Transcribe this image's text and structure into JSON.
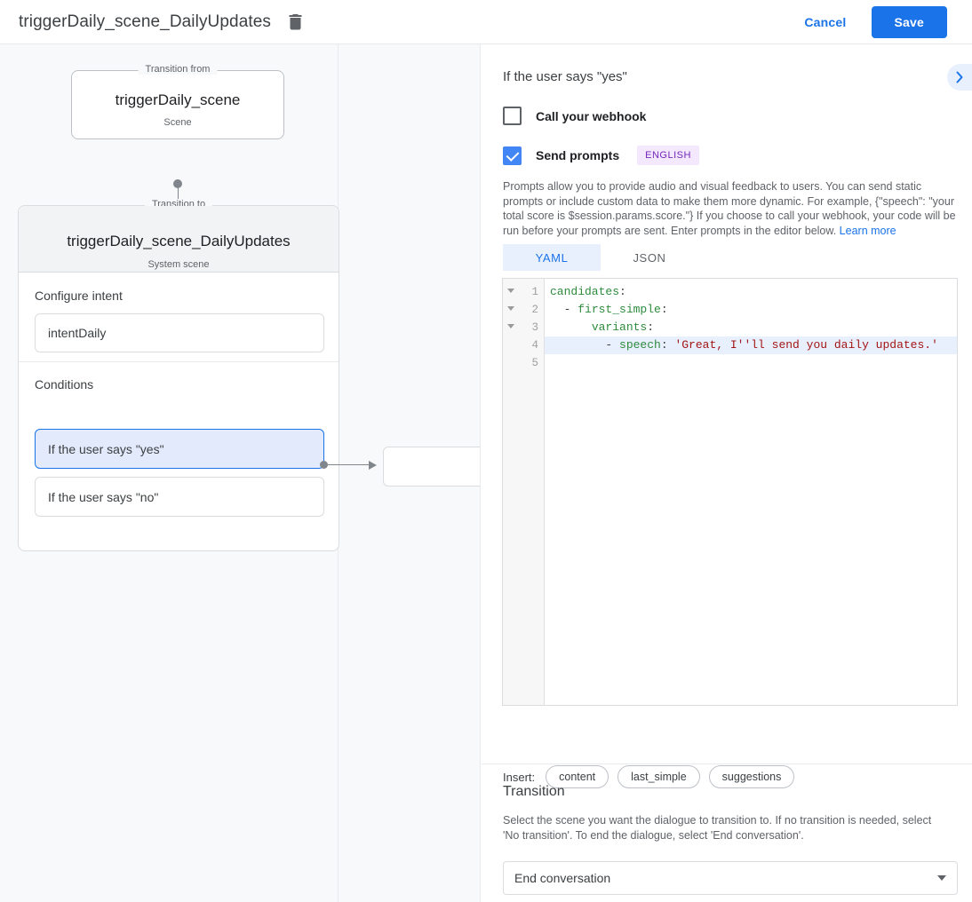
{
  "topbar": {
    "title": "triggerDaily_scene_DailyUpdates",
    "delete_icon": "trash-icon",
    "cancel_label": "Cancel",
    "save_label": "Save"
  },
  "colors": {
    "accent_blue": "#1a73e8",
    "checkbox_checked": "#4285f4",
    "selected_card_bg": "#e3eafc",
    "badge_bg": "#f3e8fd",
    "badge_text": "#7627bb",
    "canvas_bg": "#f8f9fa",
    "yaml_key": "#2e8b3d",
    "yaml_string": "#a31515"
  },
  "canvas": {
    "from_node": {
      "legend": "Transition from",
      "title": "triggerDaily_scene",
      "subtitle": "Scene"
    },
    "to_node": {
      "legend": "Transition to",
      "title": "triggerDaily_scene_DailyUpdates",
      "subtitle": "System scene"
    },
    "intent_section": {
      "label": "Configure intent",
      "value": "intentDaily"
    },
    "conditions_section": {
      "label": "Conditions",
      "items": [
        {
          "label": "If the user says \"yes\"",
          "selected": true
        },
        {
          "label": "If the user says \"no\"",
          "selected": false
        }
      ]
    }
  },
  "panel": {
    "title": "If the user says \"yes\"",
    "collapse_icon": "chevron-right-icon",
    "webhook": {
      "label": "Call your webhook",
      "checked": false
    },
    "prompts": {
      "label": "Send prompts",
      "checked": true,
      "badge": "ENGLISH"
    },
    "description": "Prompts allow you to provide audio and visual feedback to users. You can send static prompts or include custom data to make them more dynamic. For example, {\"speech\": \"your total score is $session.params.score.\"} If you choose to call your webhook, your code will be run before your prompts are sent. Enter prompts in the editor below. ",
    "description_link": "Learn more",
    "tabs": [
      {
        "label": "YAML",
        "active": true
      },
      {
        "label": "JSON",
        "active": false
      }
    ],
    "editor": {
      "line_numbers": [
        "1",
        "2",
        "3",
        "4",
        "5"
      ],
      "fold_lines": [
        true,
        true,
        true,
        false,
        false
      ],
      "lines": [
        {
          "segments": [
            {
              "t": "candidates",
              "c": "k"
            },
            {
              "t": ":",
              "c": "p"
            }
          ],
          "highlighted": false
        },
        {
          "segments": [
            {
              "t": "  - ",
              "c": "p"
            },
            {
              "t": "first_simple",
              "c": "k"
            },
            {
              "t": ":",
              "c": "p"
            }
          ],
          "highlighted": false
        },
        {
          "segments": [
            {
              "t": "      ",
              "c": "p"
            },
            {
              "t": "variants",
              "c": "k"
            },
            {
              "t": ":",
              "c": "p"
            }
          ],
          "highlighted": false
        },
        {
          "segments": [
            {
              "t": "        - ",
              "c": "p"
            },
            {
              "t": "speech",
              "c": "k"
            },
            {
              "t": ": ",
              "c": "p"
            },
            {
              "t": "'Great, I''ll send you daily updates.'",
              "c": "s"
            }
          ],
          "highlighted": true
        },
        {
          "segments": [
            {
              "t": "",
              "c": "p"
            }
          ],
          "highlighted": false
        }
      ]
    },
    "insert": {
      "label": "Insert:",
      "chips": [
        "content",
        "last_simple",
        "suggestions"
      ]
    },
    "transition": {
      "title": "Transition",
      "description": "Select the scene you want the dialogue to transition to. If no transition is needed, select 'No transition'. To end the dialogue, select 'End conversation'.",
      "selected_value": "End conversation"
    }
  }
}
